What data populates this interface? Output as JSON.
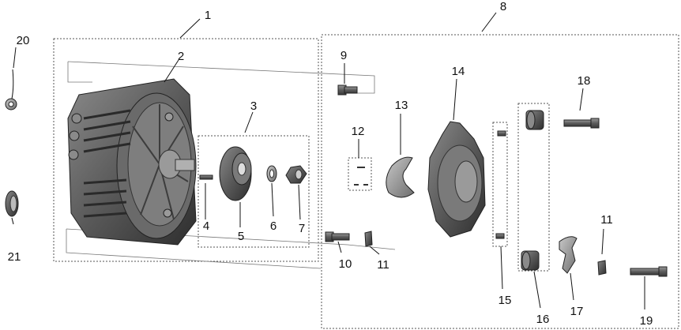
{
  "callouts": {
    "c1": "1",
    "c2": "2",
    "c3": "3",
    "c4": "4",
    "c5": "5",
    "c6": "6",
    "c7": "7",
    "c8": "8",
    "c9": "9",
    "c10": "10",
    "c11a": "11",
    "c11b": "11",
    "c12": "12",
    "c13": "13",
    "c14": "14",
    "c15": "15",
    "c16": "16",
    "c17": "17",
    "c18": "18",
    "c19": "19",
    "c20": "20",
    "c21": "21"
  },
  "colors": {
    "part_dark": "#3a3a3a",
    "part_mid": "#6b6b6b",
    "part_light": "#a8a8a8",
    "line": "#111111"
  }
}
